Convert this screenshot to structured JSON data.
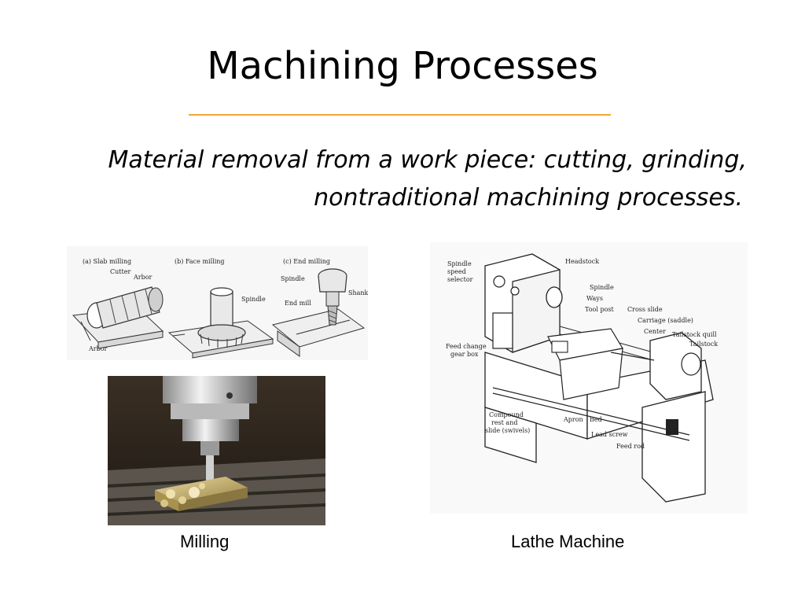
{
  "slide": {
    "title": "Machining Processes",
    "subtitle_line1": "Material removal from a work piece: cutting, grinding,",
    "subtitle_line2": "nontraditional machining processes."
  },
  "milling_diagrams": {
    "panel_a": "(a) Slab milling",
    "panel_b": "(b) Face milling",
    "panel_c": "(c) End milling",
    "cutter": "Cutter",
    "arbor_top": "Arbor",
    "arbor_bottom": "Arbor",
    "spindle_b": "Spindle",
    "spindle_c": "Spindle",
    "shank": "Shank",
    "end_mill": "End mill"
  },
  "lathe_diagram": {
    "headstock": "Headstock",
    "spindle_speed_1": "Spindle",
    "spindle_speed_2": "speed",
    "spindle_speed_3": "selector",
    "spindle": "Spindle",
    "ways": "Ways",
    "tool_post": "Tool post",
    "cross_slide": "Cross slide",
    "carriage": "Carriage (saddle)",
    "center": "Center",
    "tailstock_quill": "Tailstock quill",
    "tailstock": "Tailstock",
    "feed_change_1": "Feed change",
    "feed_change_2": "gear box",
    "compound_1": "Compound",
    "compound_2": "rest and",
    "compound_3": "slide (swivels)",
    "apron": "Apron",
    "bed": "Bed",
    "lead_screw": "Lead screw",
    "feed_rod": "Feed rod"
  },
  "captions": {
    "milling": "Milling",
    "lathe": "Lathe Machine"
  },
  "colors": {
    "title_rule": "#f0a830"
  }
}
